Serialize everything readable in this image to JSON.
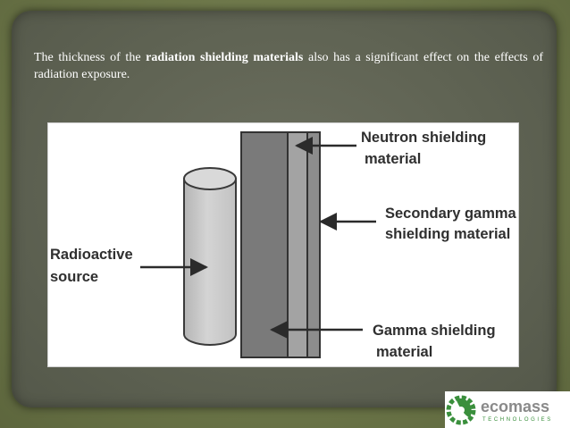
{
  "slide": {
    "paragraph": {
      "before": "The thickness of the ",
      "emphasis": "radiation shielding materials",
      "after": " also has a significant effect on the effects of radiation exposure."
    }
  },
  "figure": {
    "labels": {
      "neutron_line1": "Neutron shielding",
      "neutron_line2": "material",
      "secondary_line1": "Secondary gamma",
      "secondary_line2": "shielding material",
      "source_line1": "Radioactive",
      "source_line2": "source",
      "gamma_line1": "Gamma shielding",
      "gamma_line2": "material"
    }
  },
  "logo": {
    "name": "ecomass",
    "subtitle": "TECHNOLOGIES",
    "brand_green": "#3a8f3c"
  },
  "colors": {
    "slide_background": "#6f7a4c",
    "panel_background": "#5f6353",
    "text": "#ffffff"
  }
}
